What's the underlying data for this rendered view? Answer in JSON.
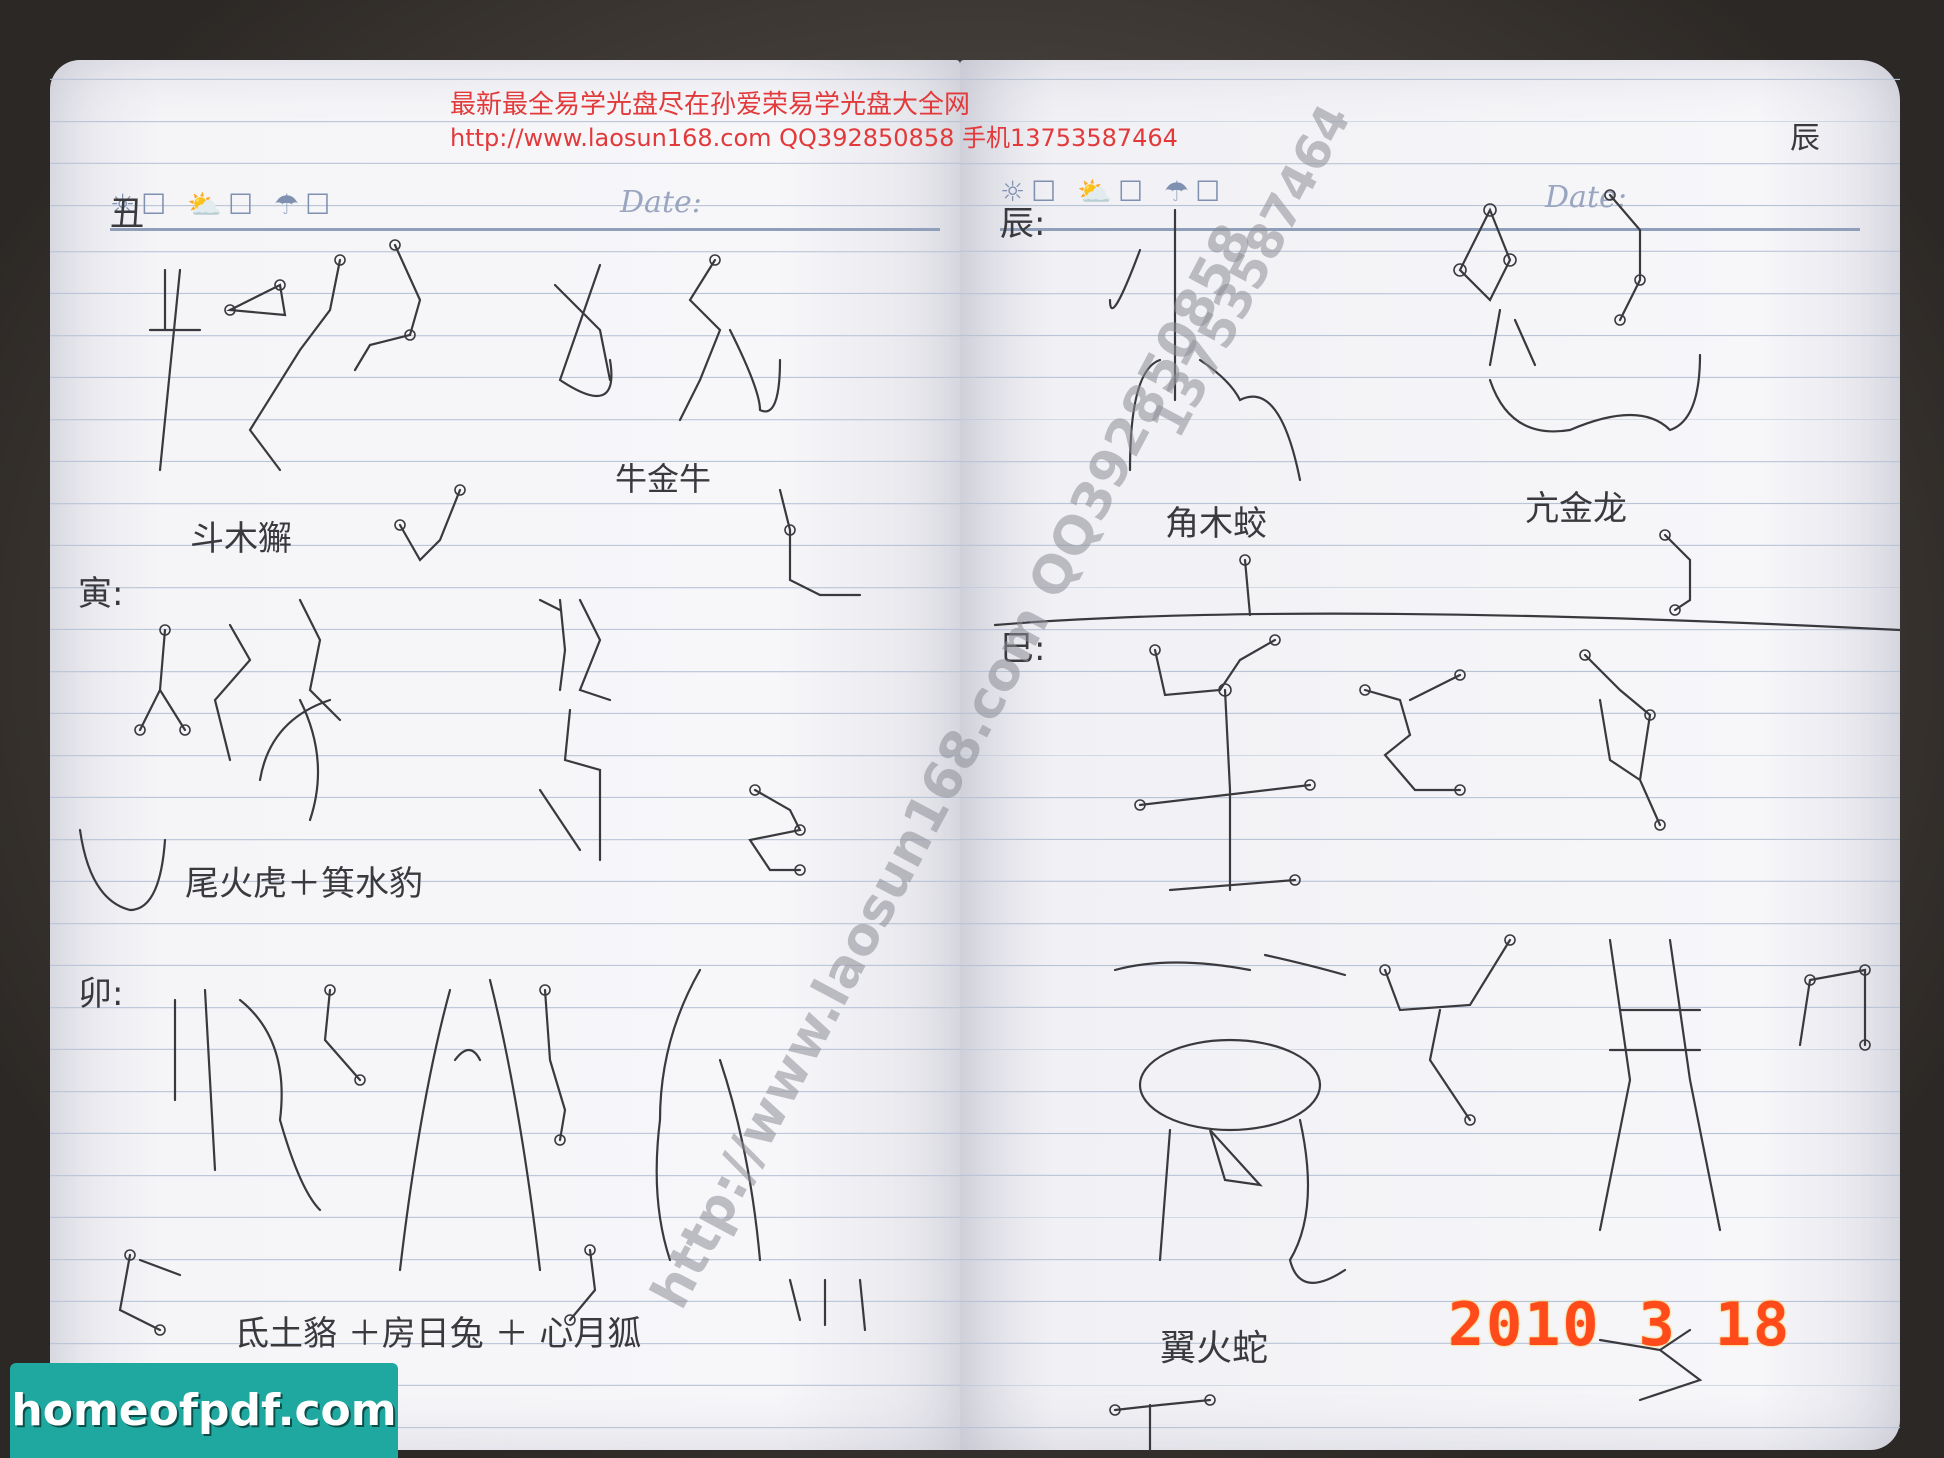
{
  "watermark": {
    "line1": "最新最全易学光盘尽在孙爱荣易学光盘大全网",
    "line2": "http://www.laosun168.com  QQ392850858 手机13753587464",
    "diagonal_left": "http://www.laosun168.com QQ392850858",
    "diagonal_right": "13753587464",
    "color": "#e23a3a"
  },
  "notebook": {
    "date_label_left": "Date:",
    "date_label_right": "Date:",
    "weather_icons": [
      "sun-icon",
      "cloud-sun-icon",
      "rain-cloud-icon"
    ]
  },
  "handwriting": {
    "left_page": {
      "section_chou": "丑",
      "label_chou": "斗木獬",
      "label_niu": "牛金牛",
      "section_yin": "寅:",
      "label_yin": "尾火虎＋箕水豹",
      "section_mao": "卯:",
      "label_mao": "氐土貉 ＋房日兔 ＋ 心月狐"
    },
    "right_page": {
      "section_chen": "辰:",
      "label_jiao": "角木蛟",
      "label_kang": "亢金龙",
      "section_si": "巳:",
      "label_yi": "翼火蛇",
      "top_right_mark": "辰"
    }
  },
  "date_stamp": "2010  3 18",
  "site_badge": "homeofpdf.com"
}
